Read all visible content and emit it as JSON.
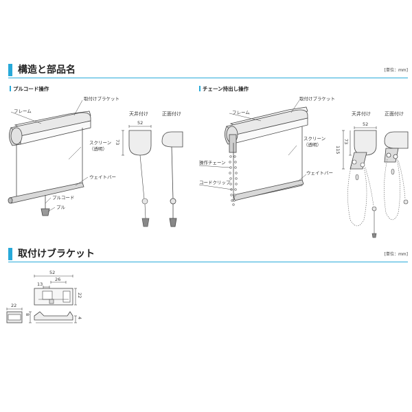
{
  "section1": {
    "title": "構造と部品名",
    "unit": "[単位：mm]"
  },
  "pullcord": {
    "title": "プルコード操作",
    "labels": {
      "bracket": "取付けブラケット",
      "frame": "フレーム",
      "screen_line1": "スクリーン",
      "screen_line2": "（透明）",
      "weight_bar": "ウェイトバー",
      "pull_cord": "プルコード",
      "pull": "プル"
    },
    "ceiling": {
      "title": "天井付け",
      "dim_w": "52",
      "dim_h": "73"
    },
    "front": {
      "title": "正面付け"
    }
  },
  "chain": {
    "title": "チェーン持出し操作",
    "labels": {
      "bracket": "取付けブラケット",
      "frame": "フレーム",
      "screen_line1": "スクリーン",
      "screen_line2": "（透明）",
      "chain": "操作チェーン",
      "cord_clip": "コードクリップ",
      "weight_bar": "ウェイトバー"
    },
    "ceiling": {
      "title": "天井付け",
      "dim_w": "52",
      "dim_h1": "115",
      "dim_h2": "73"
    },
    "front": {
      "title": "正面付け"
    }
  },
  "section2": {
    "title": "取付けブラケット",
    "unit": "[単位：mm]"
  },
  "bracket": {
    "dim_52": "52",
    "dim_26": "26",
    "dim_13": "13",
    "dim_22v": "22",
    "dim_22": "22",
    "dim_8": "8",
    "dim_4": "4"
  },
  "colors": {
    "accent": "#27a9d9",
    "line": "#444444"
  }
}
